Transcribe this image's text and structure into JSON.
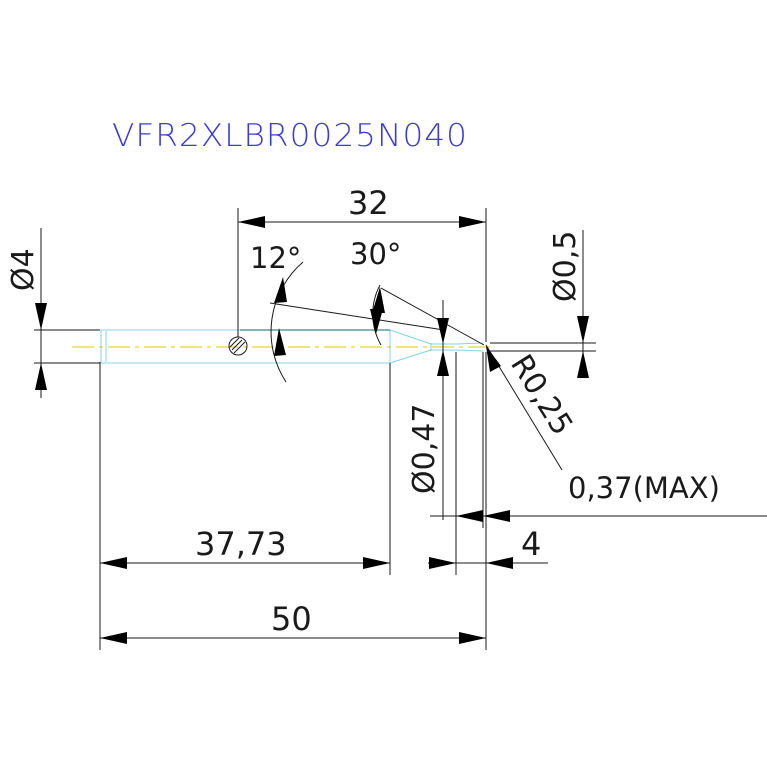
{
  "drawing": {
    "part_number": "VFR2XLBR0025N040",
    "dimensions": {
      "overall_length": "50",
      "body_length": "37,73",
      "reach_length": "32",
      "flute_length": "4",
      "shank_diameter": "Ø4",
      "tip_diameter": "Ø0,5",
      "neck_diameter": "Ø0,47",
      "corner_radius": "R0,25",
      "max_dimension": "0,37(MAX)",
      "angle_small": "12°",
      "angle_large": "30°"
    },
    "colors": {
      "title": "#3a3adc",
      "text": "#1a1a1a",
      "dimension_line": "#1a1a1a",
      "tool_body": "#7fd4ec",
      "center_line": "#e6c400",
      "neck_line": "#2e8f8a"
    }
  }
}
